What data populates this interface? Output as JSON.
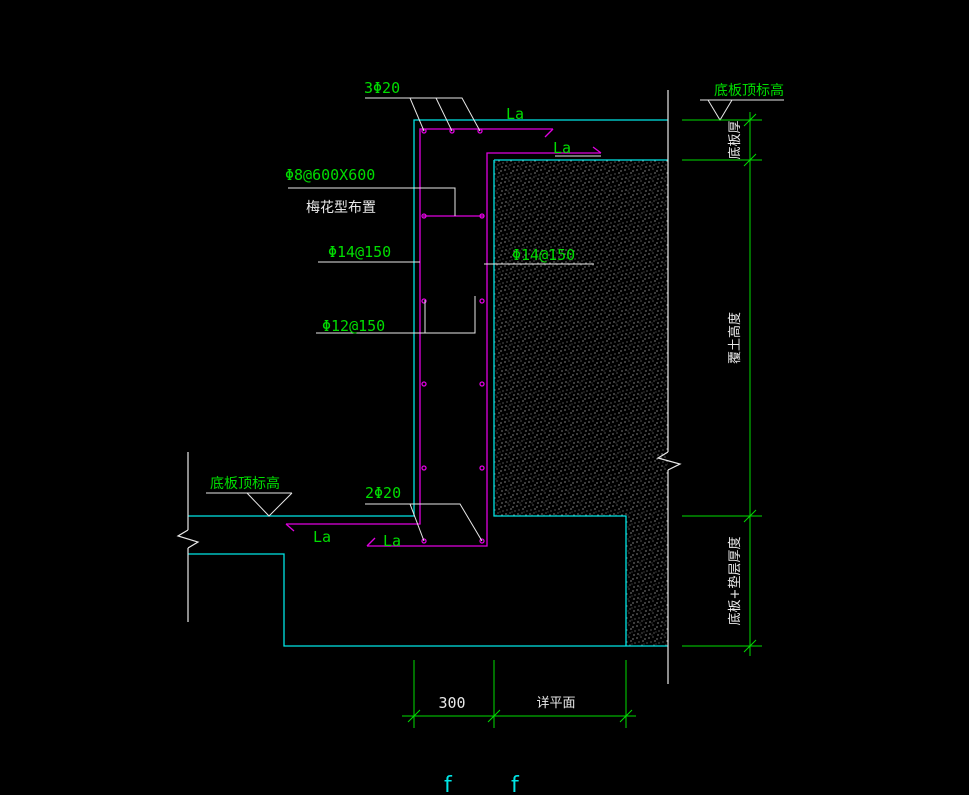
{
  "colors": {
    "background": "#000000",
    "structure": "#00e5e5",
    "rebar": "#e000e0",
    "dimension": "#00dd00",
    "hatch": "#cfcfcf",
    "text_green": "#00dd00",
    "text_white": "#e8e8e8"
  },
  "labels": {
    "top_bars": "3Φ20",
    "anchor_top_outer": "La",
    "anchor_top_inner": "La",
    "stirrup_spec": "Φ8@600X600",
    "stirrup_layout": "梅花型布置",
    "outer_vertical": "Φ14@150",
    "inner_vertical": "Φ14@150",
    "horizontal": "Φ12@150",
    "bottom_bars": "2Φ20",
    "anchor_bottom_left": "La",
    "anchor_bottom_right": "La",
    "elev_left": "底板顶标高",
    "elev_right": "底板顶标高"
  },
  "dimensions": {
    "top_thickness": "底板厚",
    "soil_height": "覆土高度",
    "bottom_total": "底板+垫层厚度",
    "width_300": "300",
    "width_plan": "详平面"
  },
  "footer": {
    "glyph_a": "f",
    "glyph_b": "f"
  }
}
